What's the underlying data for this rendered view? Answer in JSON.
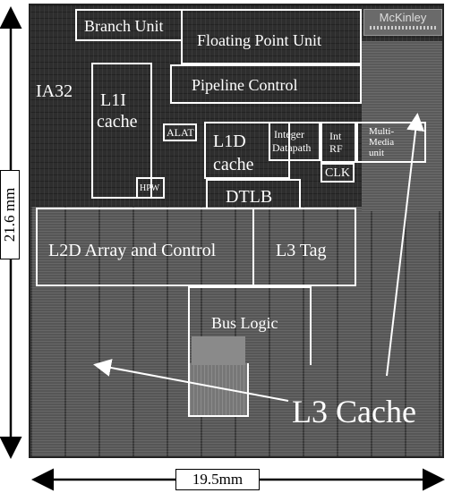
{
  "blocks": {
    "branch_unit": "Branch Unit",
    "floating_point_unit": "Floating Point Unit",
    "pipeline_control": "Pipeline Control",
    "ia32": "IA32",
    "l1i_line1": "L1I",
    "l1i_line2": "cache",
    "alat": "ALAT",
    "l1d_line1": "L1D",
    "l1d_line2": "cache",
    "integer_datapath_line1": "Integer",
    "integer_datapath_line2": "Datapath",
    "int_rf_line1": "Int",
    "int_rf_line2": "RF",
    "multimedia_line1": "Multi-",
    "multimedia_line2": "Media",
    "multimedia_line3": "unit",
    "clk": "CLK",
    "hpw": "HPW",
    "dtlb": "DTLB",
    "l2d_array_control": "L2D Array and Control",
    "l3_tag": "L3 Tag",
    "bus_logic": "Bus Logic",
    "l3_cache": "L3 Cache"
  },
  "logo": "McKinley",
  "dimensions": {
    "height": "21.6 mm",
    "width": "19.5mm"
  }
}
